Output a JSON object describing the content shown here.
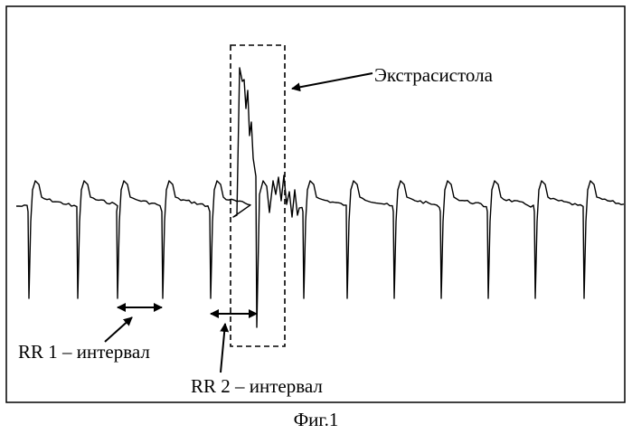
{
  "figure": {
    "annotations": {
      "extrasystole": "Экстрасистола",
      "rr1": "RR 1 – интервал",
      "rr2": "RR 2 – интервал"
    },
    "caption": "Фиг.1"
  },
  "colors": {
    "line": "#000000",
    "background": "#ffffff"
  }
}
